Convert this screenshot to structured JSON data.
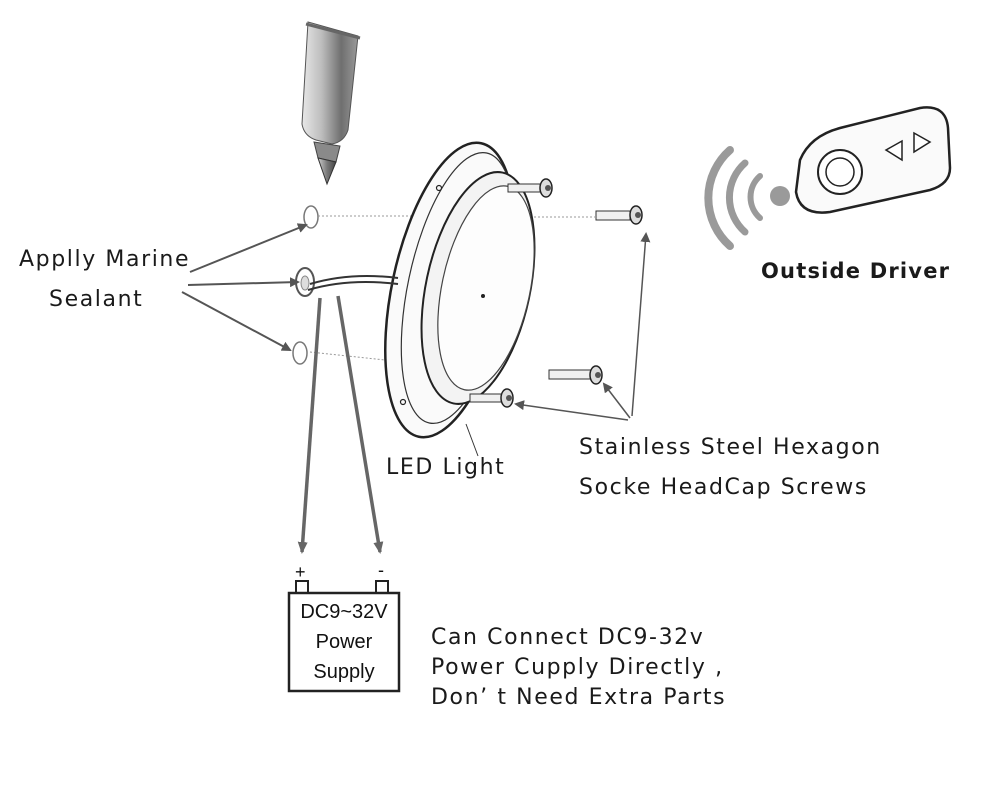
{
  "labels": {
    "sealant_line1": "Applly Marine",
    "sealant_line2": "Sealant",
    "led_light": "LED  Light",
    "screws_line1": "Stainless Steel Hexagon",
    "screws_line2": "Socke HeadCap Screws",
    "outside_driver": "Outside Driver",
    "note_line1": "Can Connect DC9-32v",
    "note_line2": "Power Cupply Directly ,",
    "note_line3": "Don’ t Need  Extra  Parts"
  },
  "power_supply": {
    "line1": "DC9~32V",
    "line2": "Power",
    "line3": "Supply",
    "positive": "+",
    "negative": "-"
  },
  "icons": [
    "sealant-tube-icon",
    "remote-control-icon",
    "wireless-signal-icon",
    "screw-icon",
    "battery-icon"
  ]
}
